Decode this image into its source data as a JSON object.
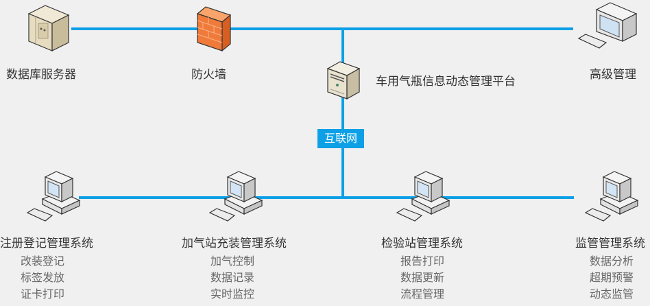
{
  "colors": {
    "line": "#0ea0e6",
    "background": "#f0f0f0",
    "badge": "#0ea0e6"
  },
  "top_nodes": [
    {
      "id": "db",
      "label": "数据库服务器",
      "icon": "database-server-icon"
    },
    {
      "id": "firewall",
      "label": "防火墙",
      "icon": "firewall-icon"
    },
    {
      "id": "platform",
      "label": "车用气瓶信息动态管理平台",
      "icon": "server-icon"
    },
    {
      "id": "admin",
      "label": "高级管理",
      "icon": "workstation-icon"
    }
  ],
  "hub": {
    "label": "互联网"
  },
  "bottom_nodes": [
    {
      "label": "注册登记管理系统",
      "items": [
        "改装登记",
        "标签发放",
        "证卡打印"
      ]
    },
    {
      "label": "加气站充装管理系统",
      "items": [
        "加气控制",
        "数据记录",
        "实时监控"
      ]
    },
    {
      "label": "检验站管理系统",
      "items": [
        "报告打印",
        "数据更新",
        "流程管理"
      ]
    },
    {
      "label": "监管管理系统",
      "items": [
        "数据分析",
        "超期预警",
        "动态监管"
      ]
    }
  ]
}
